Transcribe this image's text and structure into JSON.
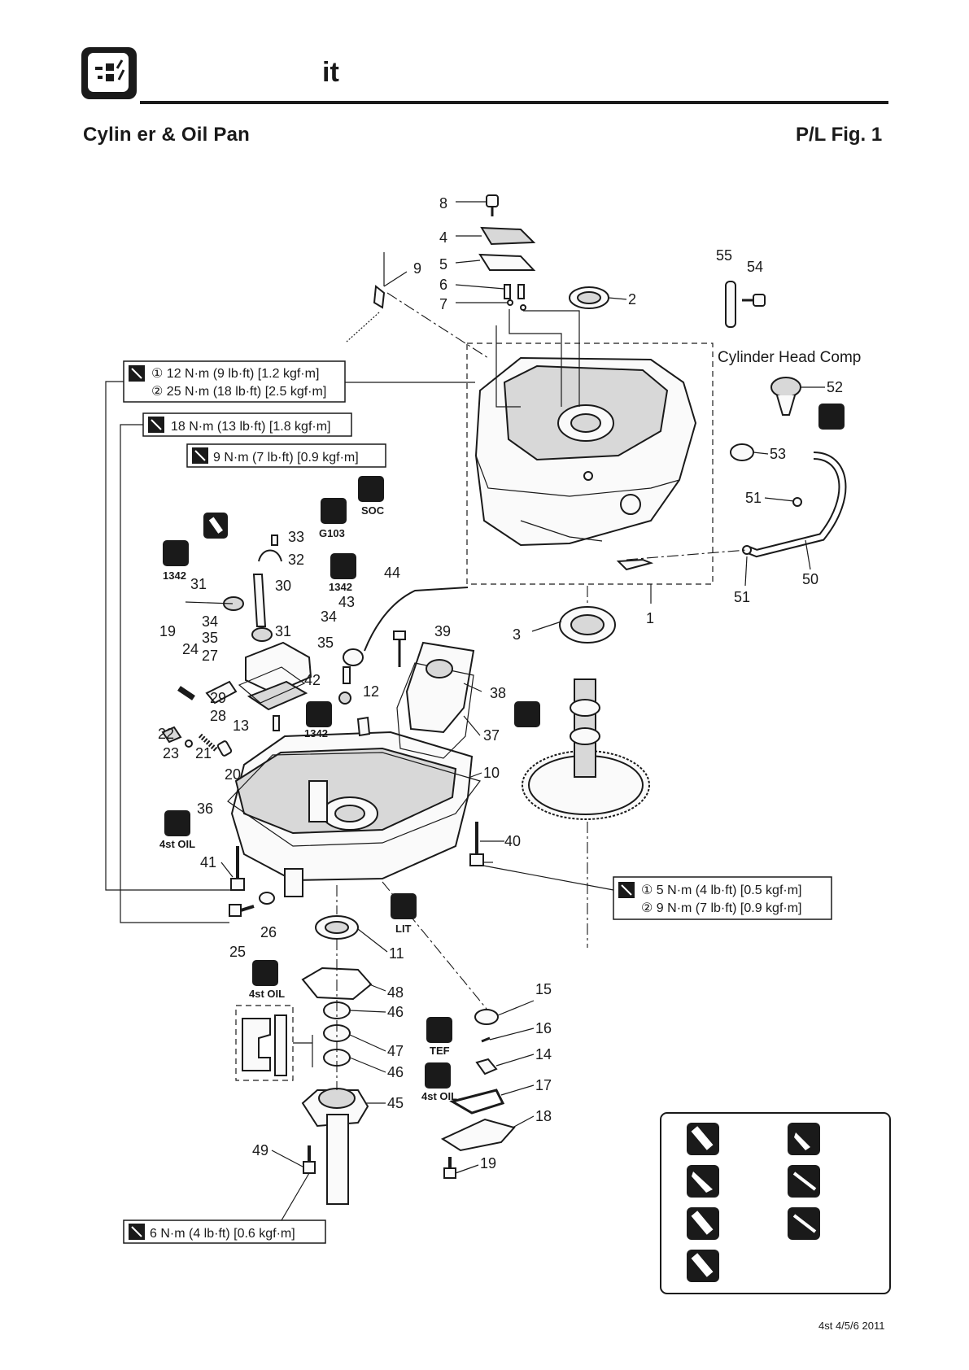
{
  "header": {
    "title": "it",
    "section_title": "Cylin  er & Oil Pan",
    "figure_ref": "P/L Fig. 1"
  },
  "footer": {
    "model_year": "4st 4/5/6  2011"
  },
  "labels": {
    "cylinder_head_comp": "Cylinder Head Comp"
  },
  "torque_specs": [
    {
      "id": "t1",
      "lines": [
        "① 12 N·m (9 lb·ft) [1.2 kgf·m]",
        "② 25 N·m (18 lb·ft) [2.5 kgf·m]"
      ]
    },
    {
      "id": "t2",
      "lines": [
        "18 N·m (13 lb·ft) [1.8 kgf·m]"
      ]
    },
    {
      "id": "t3",
      "lines": [
        "9 N·m (7 lb·ft) [0.9 kgf·m]"
      ]
    },
    {
      "id": "t4",
      "lines": [
        "① 5 N·m (4 lb·ft) [0.5 kgf·m]",
        "② 9 N·m (7 lb·ft) [0.9 kgf·m]"
      ]
    },
    {
      "id": "t5",
      "lines": [
        "6 N·m (4 lb·ft) [0.6 kgf·m]"
      ]
    }
  ],
  "lubricant_tags": [
    "G103",
    "1342",
    "1342",
    "SOC",
    "1342",
    "4st OIL",
    "LIT",
    "4st OIL",
    "TEF",
    "4st OIL"
  ],
  "callouts": [
    "8",
    "4",
    "5",
    "6",
    "7",
    "9",
    "2",
    "55",
    "54",
    "52",
    "53",
    "51",
    "50",
    "51",
    "1",
    "3",
    "33",
    "32",
    "30",
    "31",
    "31",
    "34",
    "34",
    "35",
    "35",
    "43",
    "44",
    "39",
    "19",
    "24",
    "27",
    "29",
    "28",
    "42",
    "12",
    "38",
    "37",
    "13",
    "22",
    "23",
    "21",
    "20",
    "36",
    "10",
    "40",
    "41",
    "26",
    "25",
    "11",
    "48",
    "46",
    "47",
    "46",
    "45",
    "49",
    "15",
    "16",
    "14",
    "17",
    "18",
    "19"
  ],
  "legend": {
    "icons": [
      "grease-tube",
      "oil-can",
      "oil-can",
      "grease-gun",
      "grease-tube",
      "grease-gun",
      "grease-tube"
    ]
  }
}
